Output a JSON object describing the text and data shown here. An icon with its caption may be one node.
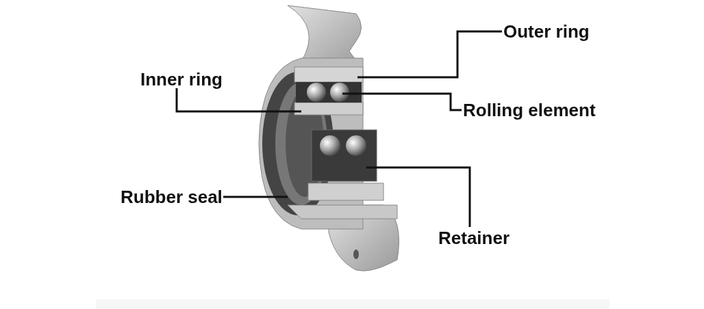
{
  "diagram": {
    "nodes": [
      {
        "text": [
          "Outer ring"
        ]
      },
      {
        "text": [
          "Inner ring"
        ]
      },
      {
        "text": [
          "Rolling element"
        ]
      },
      {
        "text": [
          "Rubber seal"
        ]
      },
      {
        "text": [
          "Retainer"
        ]
      }
    ],
    "edges": [
      {
        "from": 0,
        "to": null,
        "arrow": "none"
      },
      {
        "from": 1,
        "to": null,
        "arrow": "none"
      },
      {
        "from": 2,
        "to": null,
        "arrow": "none"
      },
      {
        "from": 3,
        "to": null,
        "arrow": "none"
      },
      {
        "from": 4,
        "to": null,
        "arrow": "none"
      }
    ]
  }
}
